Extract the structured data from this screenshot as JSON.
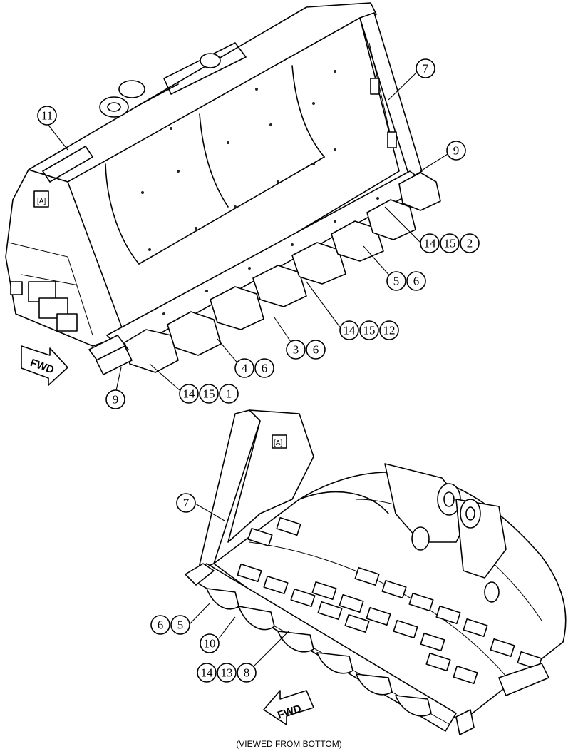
{
  "upper_view": {
    "callouts": [
      {
        "id": "c-11",
        "label": "11"
      },
      {
        "id": "c-7",
        "label": "7"
      },
      {
        "id": "c-9a",
        "label": "9"
      },
      {
        "id": "c-14a",
        "label": "14"
      },
      {
        "id": "c-15a",
        "label": "15"
      },
      {
        "id": "c-2",
        "label": "2"
      },
      {
        "id": "c-5a",
        "label": "5"
      },
      {
        "id": "c-6a",
        "label": "6"
      },
      {
        "id": "c-14b",
        "label": "14"
      },
      {
        "id": "c-15b",
        "label": "15"
      },
      {
        "id": "c-12",
        "label": "12"
      },
      {
        "id": "c-3",
        "label": "3"
      },
      {
        "id": "c-6b",
        "label": "6"
      },
      {
        "id": "c-4",
        "label": "4"
      },
      {
        "id": "c-6c",
        "label": "6"
      },
      {
        "id": "c-9b",
        "label": "9"
      },
      {
        "id": "c-14c",
        "label": "14"
      },
      {
        "id": "c-15c",
        "label": "15"
      },
      {
        "id": "c-1",
        "label": "1"
      }
    ],
    "fwd_label": "FWD"
  },
  "lower_view": {
    "callouts": [
      {
        "id": "c-7b",
        "label": "7"
      },
      {
        "id": "c-6d",
        "label": "6"
      },
      {
        "id": "c-5b",
        "label": "5"
      },
      {
        "id": "c-10",
        "label": "10"
      },
      {
        "id": "c-14d",
        "label": "14"
      },
      {
        "id": "c-13",
        "label": "13"
      },
      {
        "id": "c-8",
        "label": "8"
      }
    ],
    "fwd_label": "FWD",
    "caption": "(VIEWED FROM BOTTOM)"
  }
}
